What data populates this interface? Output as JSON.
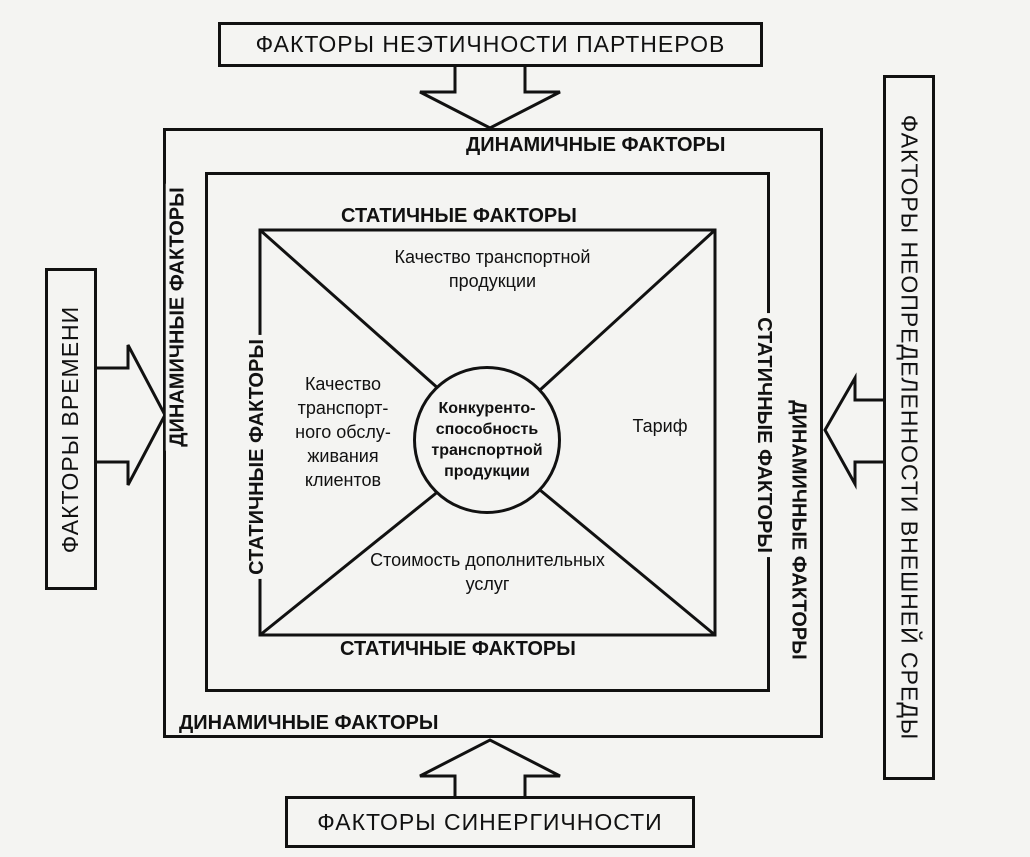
{
  "outer": {
    "top": "ФАКТОРЫ НЕЭТИЧНОСТИ ПАРТНЕРОВ",
    "left": "ФАКТОРЫ ВРЕМЕНИ",
    "right": "ФАКТОРЫ НЕОПРЕДЕЛЕННОСТИ ВНЕШНЕЙ СРЕДЫ",
    "bottom": "ФАКТОРЫ СИНЕРГИЧНОСТИ"
  },
  "dynamic": {
    "top": "ДИНАМИЧНЫЕ ФАКТОРЫ",
    "left": "ДИНАМИЧНЫЕ ФАКТОРЫ",
    "right": "ДИНАМИЧНЫЕ ФАКТОРЫ",
    "bottom": "ДИНАМИЧНЫЕ ФАКТОРЫ"
  },
  "static": {
    "top": "СТАТИЧНЫЕ ФАКТОРЫ",
    "left": "СТАТИЧНЫЕ ФАКТОРЫ",
    "right": "СТАТИЧНЫЕ ФАКТОРЫ",
    "bottom": "СТАТИЧНЫЕ ФАКТОРЫ"
  },
  "inner": {
    "top": "Качество транспортной продукции",
    "left": "Качество транспорт-ного обслу-живания клиентов",
    "right": "Тариф",
    "bottom": "Стоимость дополнительных услуг"
  },
  "center": "Конкуренто-способность транспортной продукции"
}
